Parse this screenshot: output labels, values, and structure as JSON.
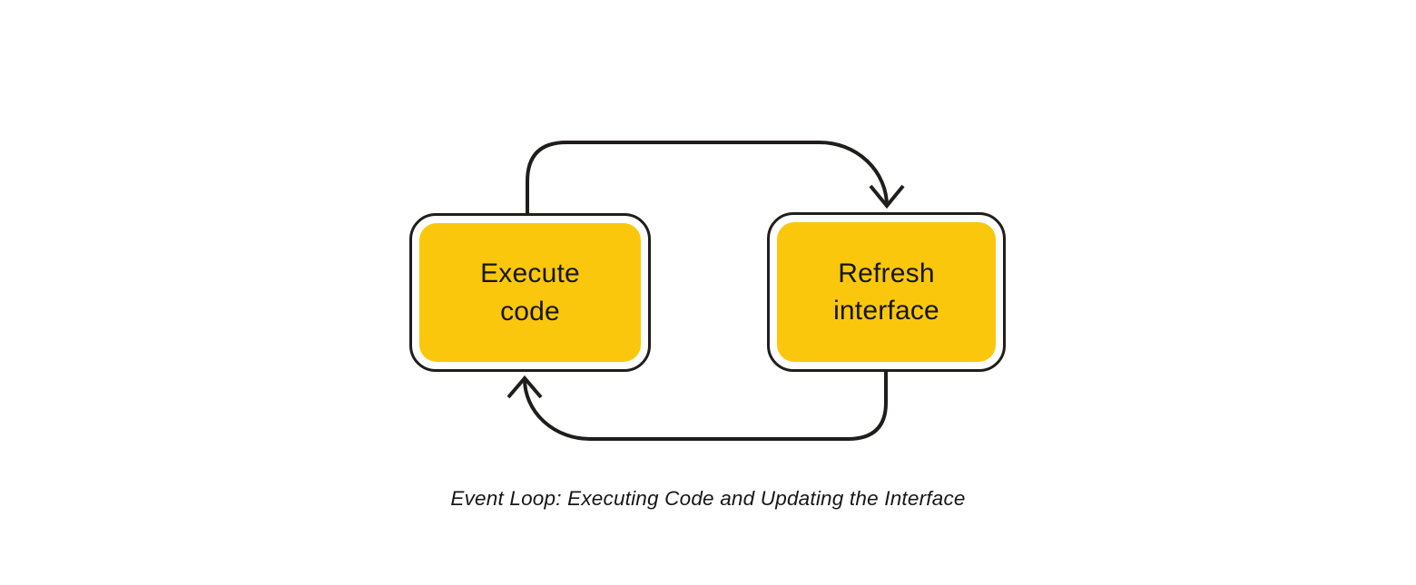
{
  "diagram": {
    "caption": "Event Loop: Executing Code and Updating the Interface",
    "nodes": [
      {
        "id": "execute-code",
        "label": "Execute\ncode"
      },
      {
        "id": "refresh-interface",
        "label": "Refresh\ninterface"
      }
    ],
    "edges": [
      {
        "from": "execute-code",
        "to": "refresh-interface",
        "position": "top",
        "direction": "left-to-right"
      },
      {
        "from": "refresh-interface",
        "to": "execute-code",
        "position": "bottom",
        "direction": "right-to-left"
      }
    ]
  },
  "colors": {
    "line": "#1f1e1c",
    "accent": "#fbc70d",
    "text": "#161616",
    "bg": "#ffffff"
  }
}
